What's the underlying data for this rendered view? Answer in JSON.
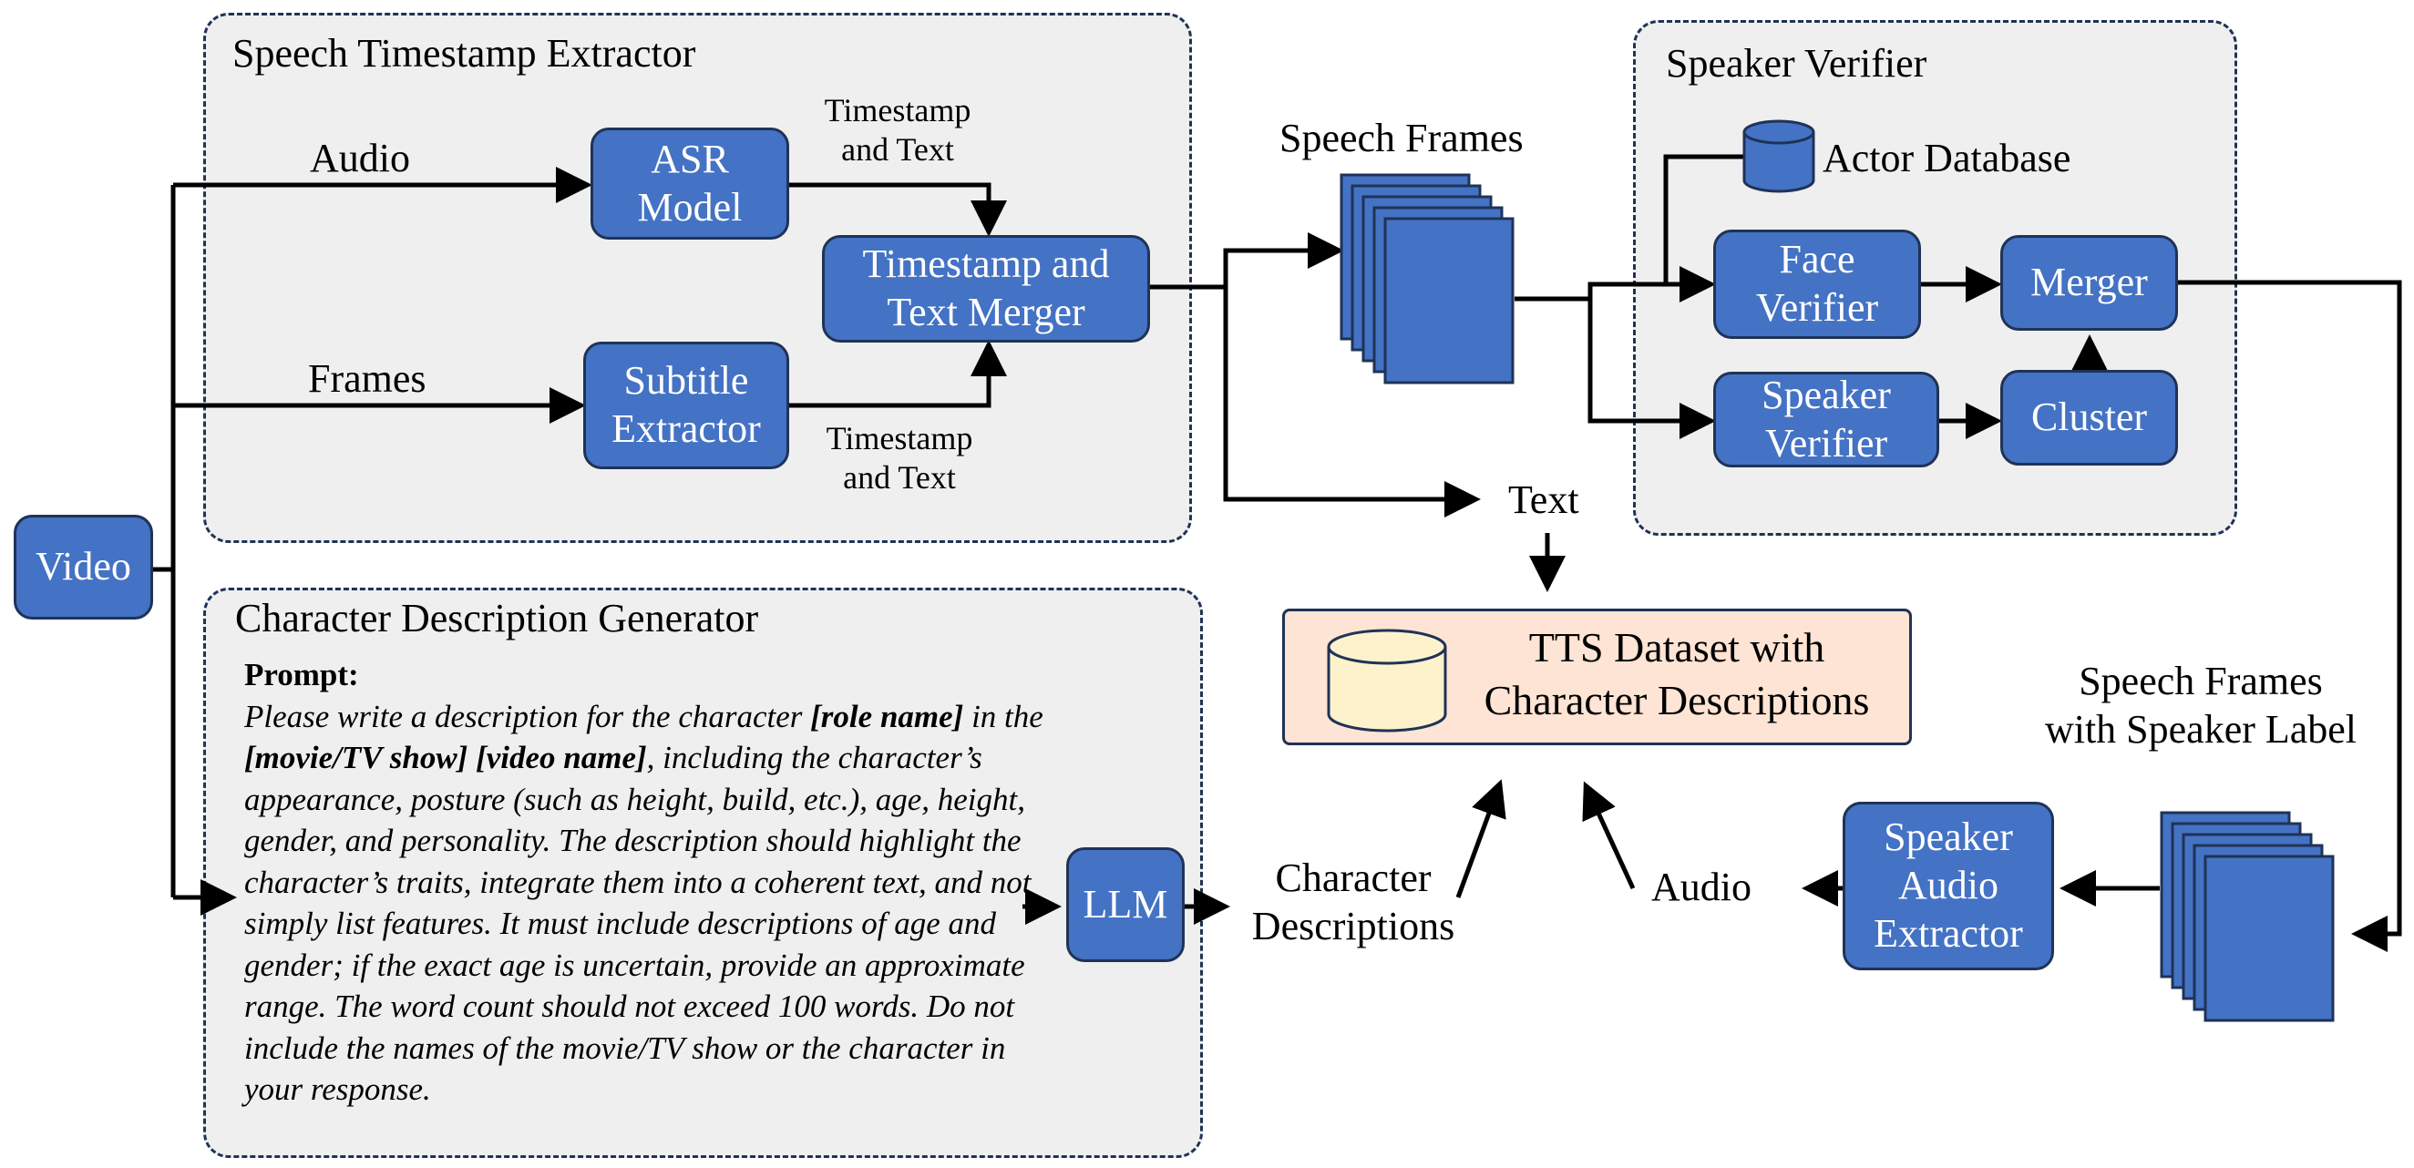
{
  "panels": {
    "speech_timestamp_extractor": "Speech Timestamp Extractor",
    "speaker_verifier": "Speaker Verifier",
    "character_description_generator": "Character Description Generator"
  },
  "boxes": {
    "video": "Video",
    "asr_line1": "ASR",
    "asr_line2": "Model",
    "merger_ts_line1": "Timestamp and",
    "merger_ts_line2": "Text Merger",
    "subtitle_line1": "Subtitle",
    "subtitle_line2": "Extractor",
    "face_line1": "Face",
    "face_line2": "Verifier",
    "speaker_line1": "Speaker",
    "speaker_line2": "Verifier",
    "merger": "Merger",
    "cluster": "Cluster",
    "llm": "LLM",
    "sae_line1": "Speaker",
    "sae_line2": "Audio",
    "sae_line3": "Extractor"
  },
  "labels": {
    "audio_in": "Audio",
    "frames_in": "Frames",
    "ts_text_top_1": "Timestamp",
    "ts_text_top_2": "and Text",
    "ts_text_bot_1": "Timestamp",
    "ts_text_bot_2": "and Text",
    "speech_frames": "Speech Frames",
    "actor_database": "Actor Database",
    "text": "Text",
    "sf_speaker_1": "Speech Frames",
    "sf_speaker_2": "with Speaker Label",
    "audio_out": "Audio",
    "char_desc_1": "Character",
    "char_desc_2": "Descriptions"
  },
  "tts": {
    "line1": "TTS Dataset with",
    "line2": "Character Descriptions"
  },
  "prompt": {
    "heading": "Prompt:",
    "p1": "Please write a description for the character ",
    "v1": "[role name]",
    "p2": " in the ",
    "v2": "[movie/TV show] [video name]",
    "p3": ", including the character’s appearance, posture (such as height, build, etc.), age, height, gender, and personality. The description should highlight the character’s traits, integrate them into a coherent text, and not simply list features. It must include descriptions of age and gender; if the exact age is uncertain, provide an approximate range. The word count should not exceed 100 words. Do not include the names of the movie/TV show or the character in your response."
  },
  "colors": {
    "box_fill": "#4472c4",
    "box_border": "#1f3356",
    "panel_fill": "#efefef",
    "tts_fill": "#fde4d4",
    "cylinder_fill": "#fdf2cc"
  }
}
